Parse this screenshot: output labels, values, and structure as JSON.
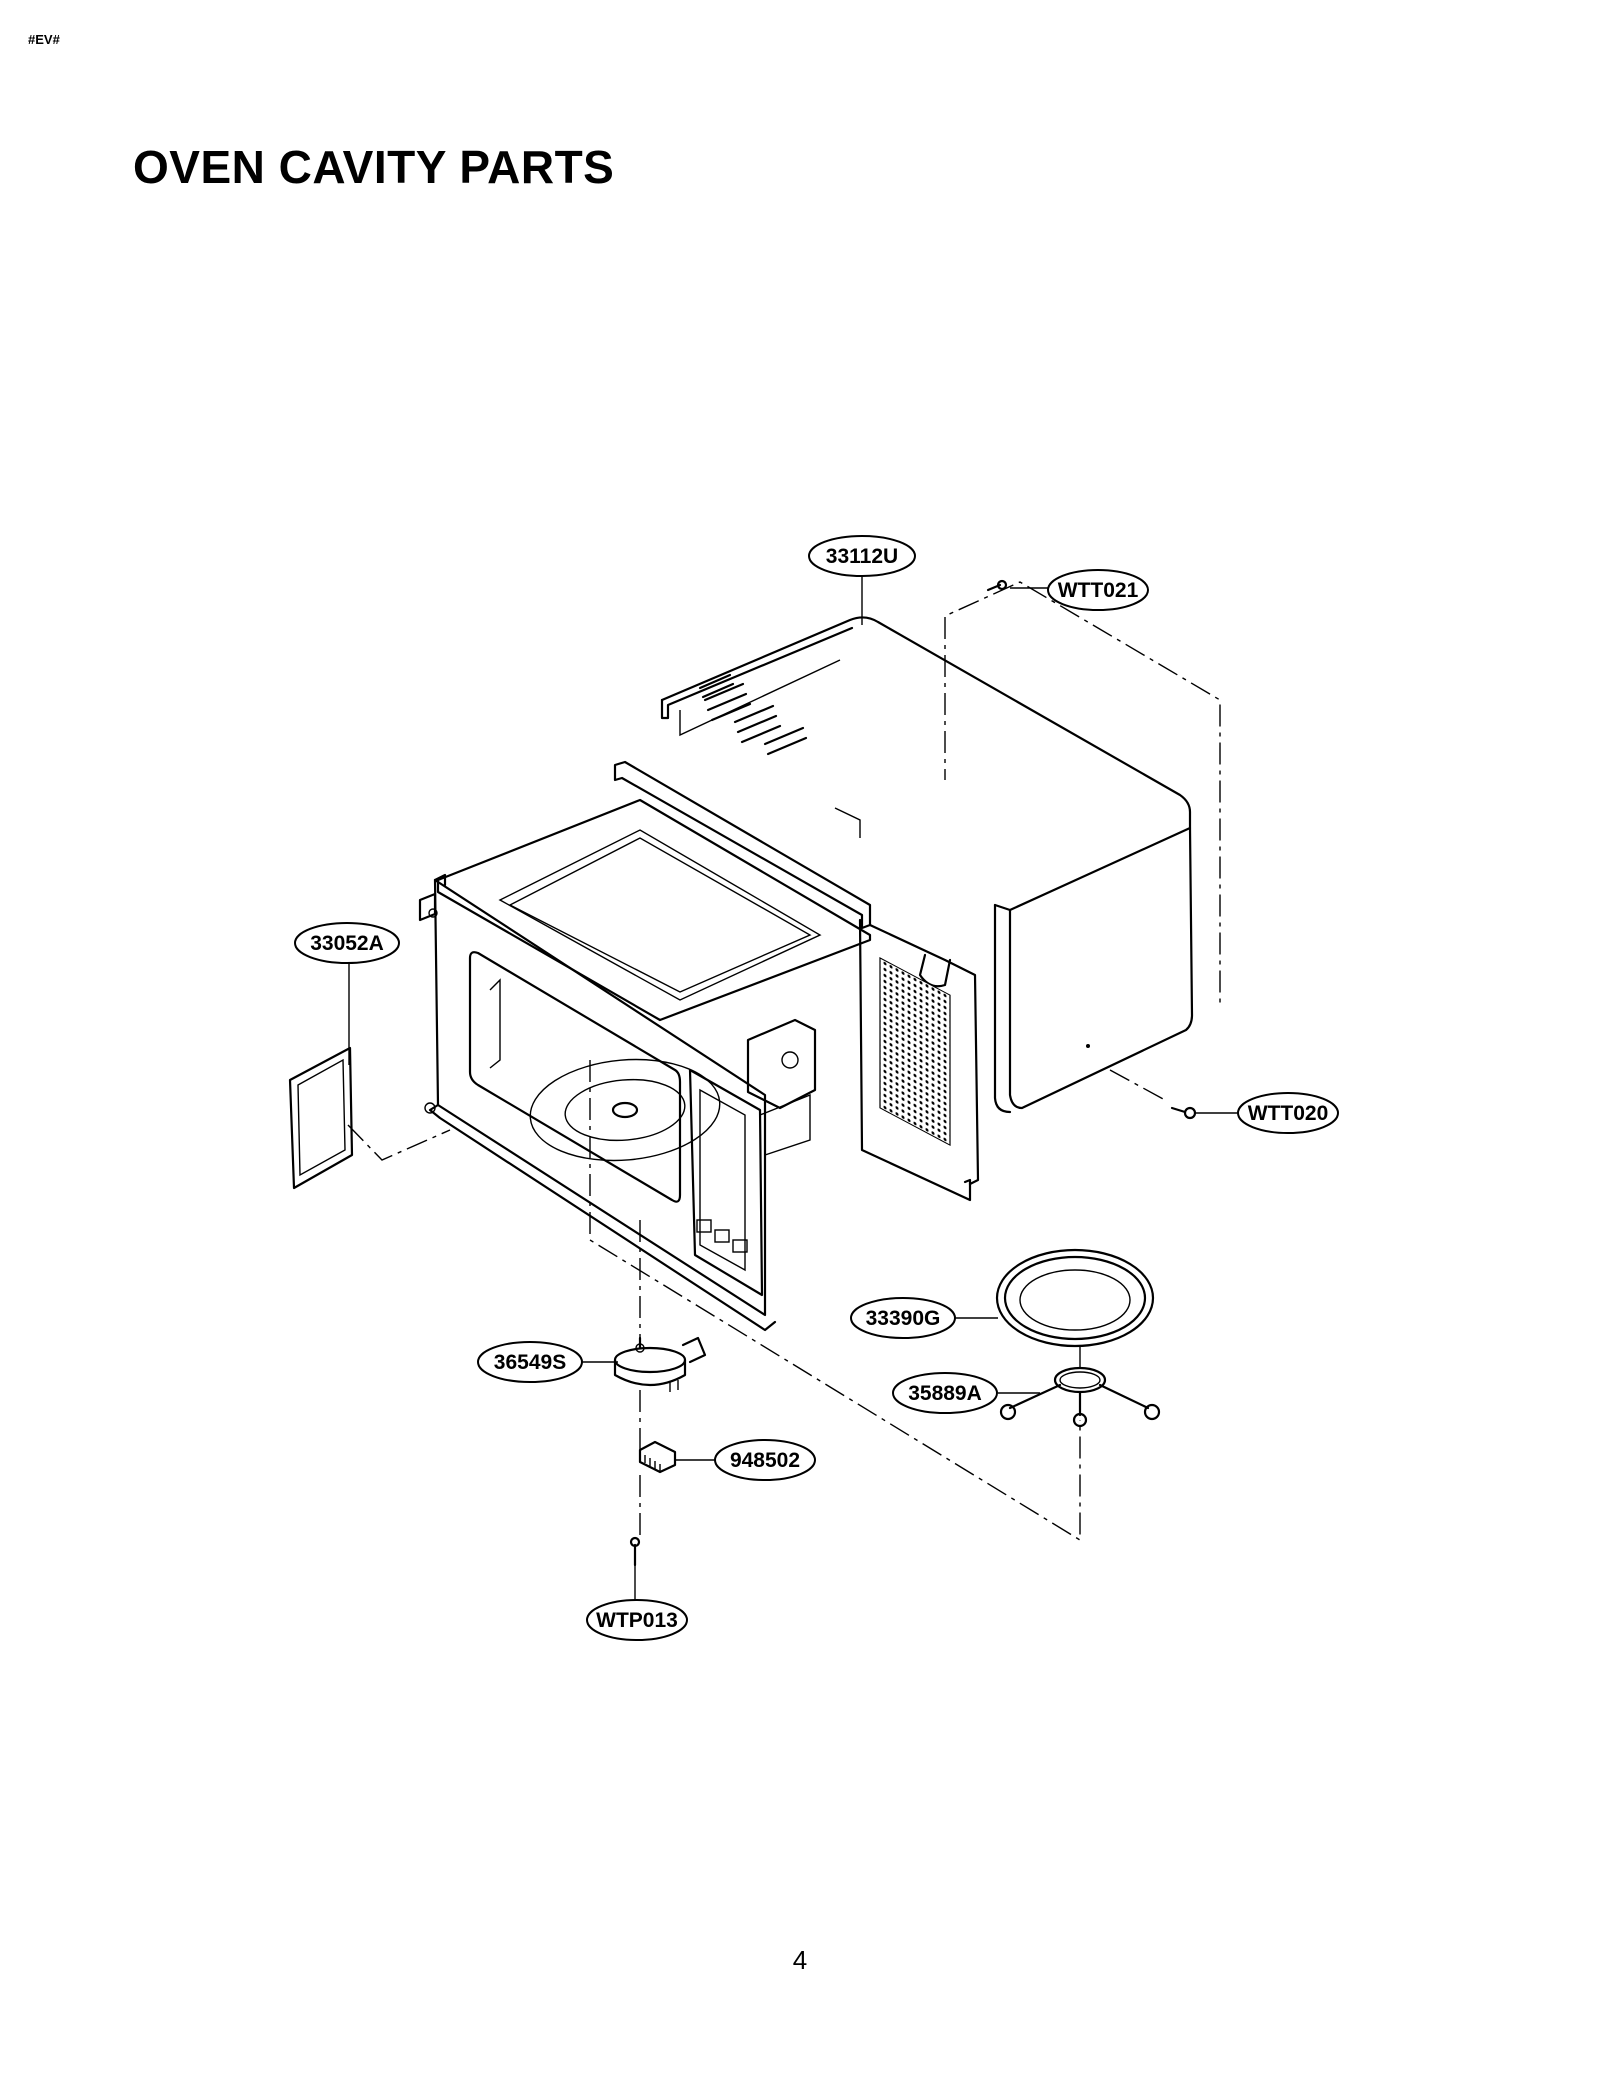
{
  "header": {
    "code": "#EV#"
  },
  "page": {
    "title": "OVEN CAVITY PARTS",
    "number": "4"
  },
  "callouts": [
    {
      "id": "33112U",
      "label": "33112U"
    },
    {
      "id": "WTT021",
      "label": "WTT021"
    },
    {
      "id": "33052A",
      "label": "33052A"
    },
    {
      "id": "WTT020",
      "label": "WTT020"
    },
    {
      "id": "33390G",
      "label": "33390G"
    },
    {
      "id": "36549S",
      "label": "36549S"
    },
    {
      "id": "35889A",
      "label": "35889A"
    },
    {
      "id": "948502",
      "label": "948502"
    },
    {
      "id": "WTP013",
      "label": "WTP013"
    }
  ]
}
